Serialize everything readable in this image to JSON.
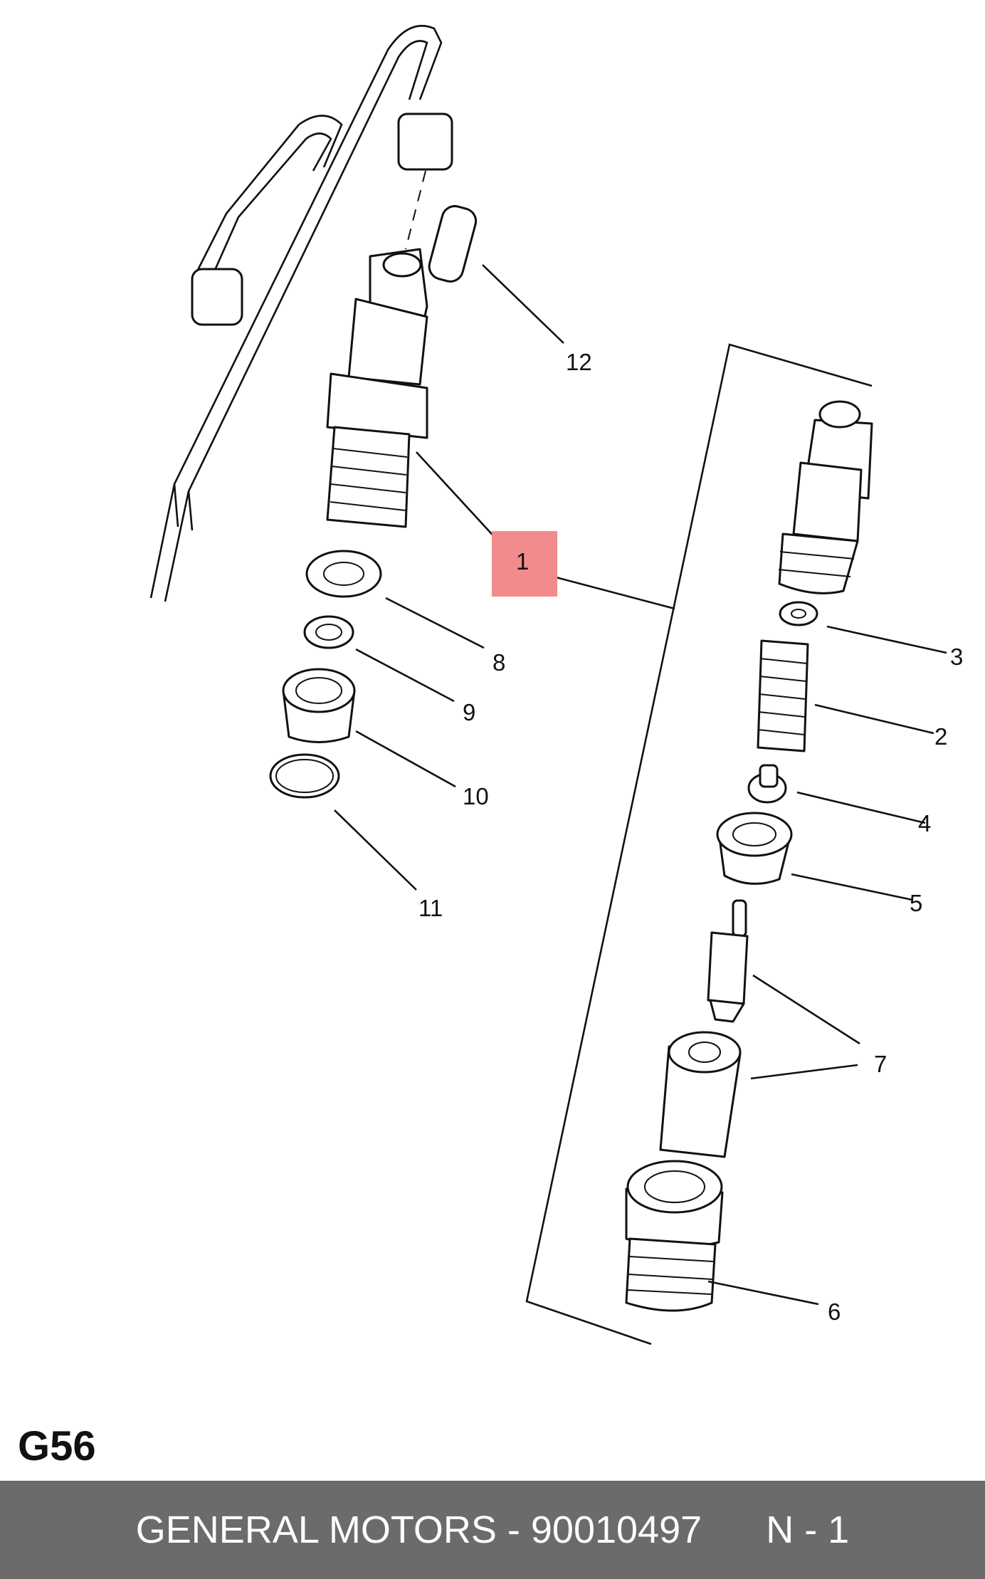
{
  "diagram": {
    "callouts": [
      "1",
      "2",
      "3",
      "4",
      "5",
      "6",
      "7",
      "8",
      "9",
      "10",
      "11",
      "12"
    ],
    "highlight_color": "#f28b8b",
    "page_code": "G56"
  },
  "footer": {
    "brand": "GENERAL MOTORS",
    "separator": "-",
    "part_number": "90010497",
    "suffix": "N - 1",
    "background": "#6b6b6b"
  }
}
